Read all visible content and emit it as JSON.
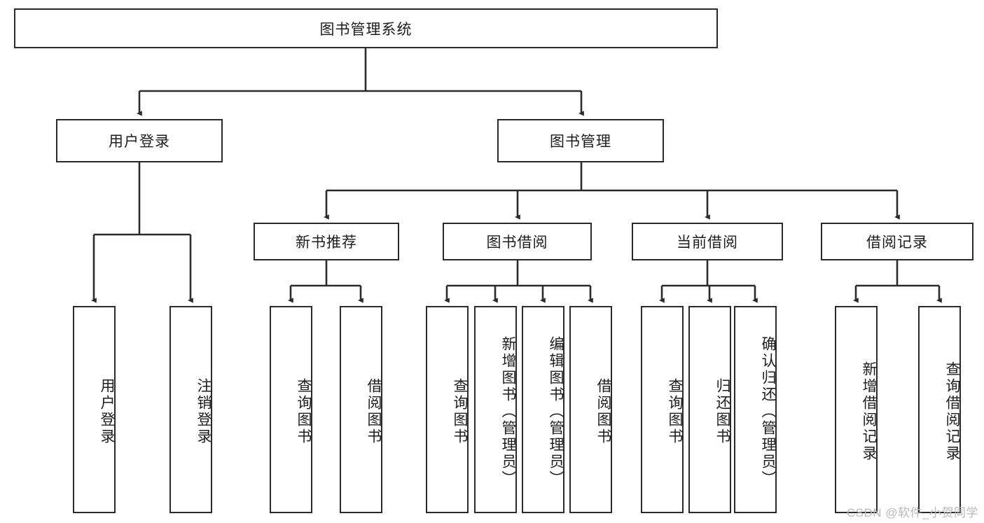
{
  "diagram": {
    "type": "tree",
    "title": "图书管理系统",
    "orientation": "top-down",
    "watermark": "CSDN @软件_小贺同学",
    "colors": {
      "box_border": "#2b2b2b",
      "box_fill": "#ffffff",
      "edge": "#2b2b2b",
      "text": "#1d1d1d",
      "watermark": "#b9b9b9",
      "background": "#ffffff"
    },
    "root": {
      "label": "图书管理系统"
    },
    "level2": [
      {
        "label": "用户登录"
      },
      {
        "label": "图书管理"
      }
    ],
    "level3": [
      {
        "label": "新书推荐"
      },
      {
        "label": "图书借阅"
      },
      {
        "label": "当前借阅"
      },
      {
        "label": "借阅记录"
      }
    ],
    "leaves": {
      "user_login": [
        {
          "label": "用户登录"
        },
        {
          "label": "注销登录"
        }
      ],
      "new_book_recommend": [
        {
          "label": "查询图书"
        },
        {
          "label": "借阅图书"
        }
      ],
      "book_borrow": [
        {
          "label": "查询图书"
        },
        {
          "label": "新增图书（管理员）"
        },
        {
          "label": "编辑图书（管理员）"
        },
        {
          "label": "借阅图书"
        }
      ],
      "current_borrow": [
        {
          "label": "查询图书"
        },
        {
          "label": "归还图书"
        },
        {
          "label": "确认归还（管理员）"
        }
      ],
      "borrow_record": [
        {
          "label": "新增借阅记录"
        },
        {
          "label": "查询借阅记录"
        }
      ]
    }
  }
}
